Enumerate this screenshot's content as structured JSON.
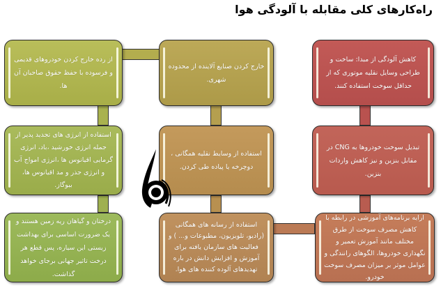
{
  "title": "راه‌کارهای کلی مقابله با آلودگی هوا",
  "colors": {
    "column_right": "#b9524f",
    "column_middle": "#b59f4f",
    "column_left": "#a9b24f"
  },
  "boxes": {
    "r1": "کاهش آلودگی از مبدا: ساخت و طراحی وسایل نقلیه موتوری که از حداقل سوخت استفاده کنند.",
    "r2": "تبدیل سوخت خودروها به CNG در مقابل بنزین و نیز کاهش واردات بنزین.",
    "r3": "ارایه برنامه‌های آموزشی در رابطه با کاهش مصرف سوخت از طرق مختلف مانند آموزش تعمیر و نگهداری خودروها، الگوهای رانندگی و عوامل موثر بر میزان مصرف سوخت خودرو.",
    "m1": "خارج کردن صنایع آلاینده از محدوده شهری.",
    "m2": "استفاده از وسایط نقلیه همگانی ، دوچرخه یا پیاده طی کردن.",
    "m3": "استفاده از رسانه های همگانی (رادیو، تلویزیون، مطبوعات و... ) و فعالیت های سازمان یافته برای آموزش و افزایش دانش در باره تهدیدهای آلوده کننده های هوا.",
    "l1": "از رده خارج کردن خودروهای قدیمی و فرسوده با حفظ حقوق صاحبان آن ها.",
    "l2": "استفاده از انرژی های تجدید پذیر از جمله انرژی خورشید ،باد، انرژی گرمایی اقیانوس ها ،انرژی امواج آب و انرژی جذر و مد اقیانوس ها، بیوگاز.",
    "l3": "درختان و گیاهان ریه زمین هستند و یک ضرورت اساسی برای بهداشت زیستی این سیاره، پس قطع هر درخت تاثیر جهانی برجای خواهد گذاشت."
  },
  "logo": {
    "icon": "organization-logo-icon"
  }
}
